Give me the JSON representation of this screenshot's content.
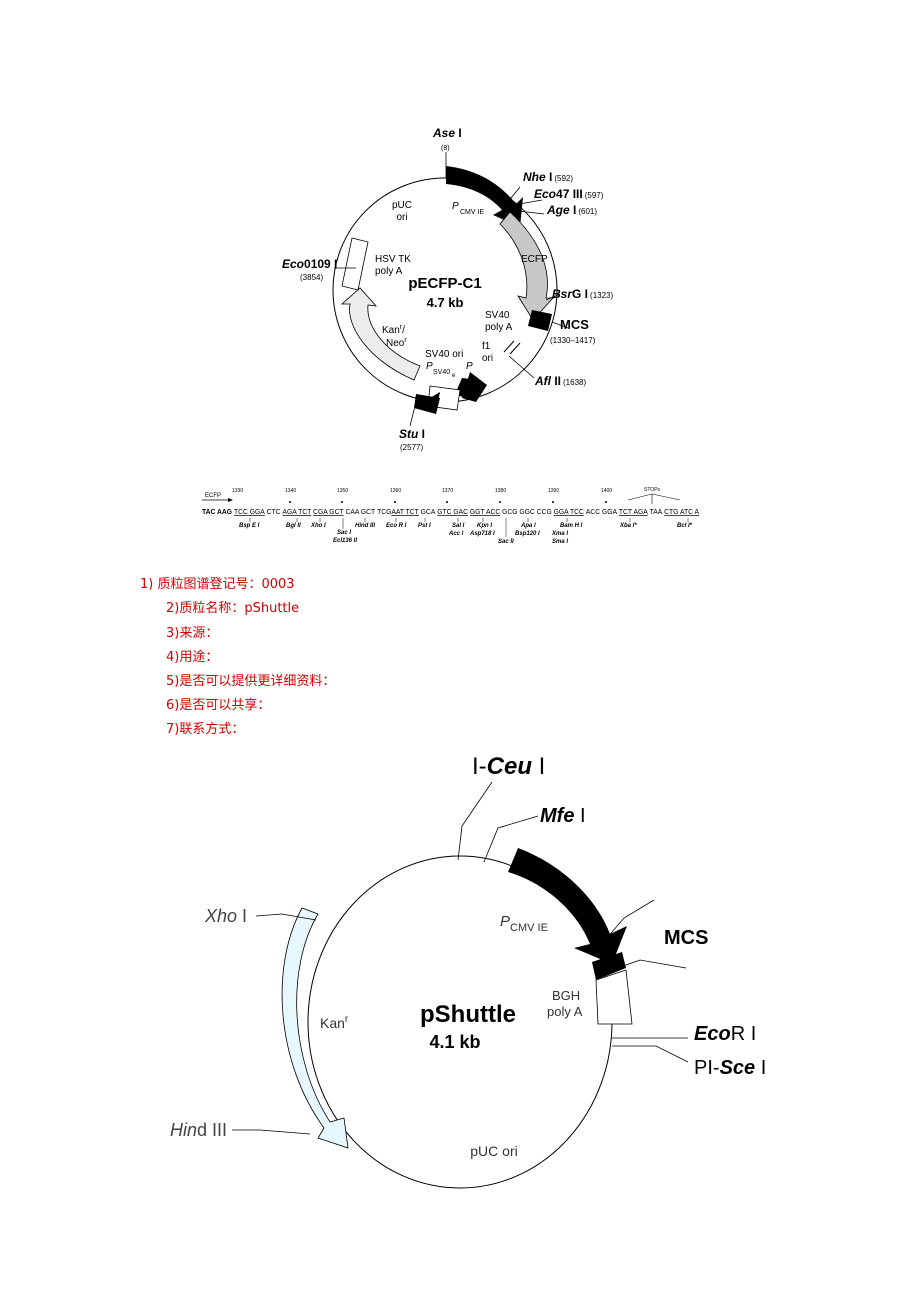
{
  "map1": {
    "name": "pECFP-C1",
    "size": "4.7 kb",
    "features": {
      "pcmv": "P",
      "pcmv_sub": "CMV IE",
      "puc_ori": [
        "pUC",
        "ori"
      ],
      "hsv": [
        "HSV TK",
        "poly A"
      ],
      "ecfp": "ECFP",
      "sv40_polya": [
        "SV40",
        "poly A"
      ],
      "f1_ori": [
        "f1",
        "ori"
      ],
      "kan": [
        "Kan",
        "r",
        "/"
      ],
      "neo": [
        "Neo",
        "r"
      ],
      "sv40_ori": "SV40 ori",
      "psv40": "P",
      "psv40_sub": "SV40",
      "psv40_subsub": "e",
      "p": "P"
    },
    "sites": {
      "asei": {
        "name": "Ase",
        "suffix": " I",
        "pos": "(8)"
      },
      "nhei": {
        "name": "Nhe",
        "suffix": " I",
        "pos": "(592)"
      },
      "eco47": {
        "name": "Eco",
        "suffix": "47 III",
        "pos": "(597)"
      },
      "agei": {
        "name": "Age",
        "suffix": " I",
        "pos": "(601)"
      },
      "eco0109": {
        "name": "Eco",
        "suffix": "0109 I",
        "pos": "(3854)"
      },
      "bsrgi": {
        "name": "Bsr",
        "suffix": "G I",
        "pos": "(1323)"
      },
      "mcs": {
        "name": "MCS",
        "pos": "(1330–1417)"
      },
      "aflii": {
        "name": "Afl",
        "suffix": " II",
        "pos": "(1638)"
      },
      "stui": {
        "name": "Stu",
        "suffix": " I",
        "pos": "(2577)"
      }
    }
  },
  "mcs_seq": {
    "ecfp": "ECFP",
    "codons": [
      "TAC AAG",
      "TCC GGA",
      "CTC",
      "AGA TCT",
      "CGA GCT",
      "CAA GCT",
      "TCG",
      "AAT TCT",
      "GCA",
      "GTC GAC",
      "GGT ACC",
      "GCG GGC CCG",
      "GGA TCC",
      "ACC GGA",
      "TCT AGA",
      "TAA",
      "CTG ATC A"
    ],
    "ticks": [
      "1330",
      "1340",
      "1350",
      "1360",
      "1370",
      "1380",
      "1390",
      "1400"
    ],
    "stops": "STOPs",
    "enzymes": [
      "Bsp E I",
      "Bgl II",
      "Xho I",
      "Sac I",
      "Ecl136 II",
      "Hind III",
      "Eco R I",
      "Pst I",
      "Sal I",
      "Acc I",
      "Kpn I",
      "Asp718 I",
      "Sac II",
      "Apa I",
      "Bsp120 I",
      "Bam H I",
      "Xma I",
      "Sma I",
      "Xba I*",
      "Bcl I*"
    ]
  },
  "info": {
    "items": [
      "1)   质粒图谱登记号：0003",
      "2)质粒名称：pShuttle",
      "3)来源：",
      "4)用途：",
      "5)是否可以提供更详细资料：",
      "6)是否可以共享：",
      "7)联系方式："
    ]
  },
  "map2": {
    "name": "pShuttle",
    "size": "4.1 kb",
    "features": {
      "pcmv": "P",
      "pcmv_sub": "CMV IE",
      "kan": "Kan",
      "kan_sup": "r",
      "bgh": [
        "BGH",
        "poly A"
      ],
      "puc_ori": "pUC ori",
      "mcs": "MCS"
    },
    "sites": {
      "iceui": {
        "prefix": "I-",
        "name": "Ceu",
        "suffix": " I"
      },
      "mfei": {
        "name": "Mfe",
        "suffix": " I"
      },
      "xhoi": {
        "name": "Xho",
        "suffix": " I"
      },
      "hindiii": {
        "name": "Hin",
        "suffix": "d III"
      },
      "ecori": {
        "name": "Eco",
        "suffix": "R I"
      },
      "pscei": {
        "prefix": "PI-",
        "name": "Sce",
        "suffix": " I"
      }
    }
  }
}
